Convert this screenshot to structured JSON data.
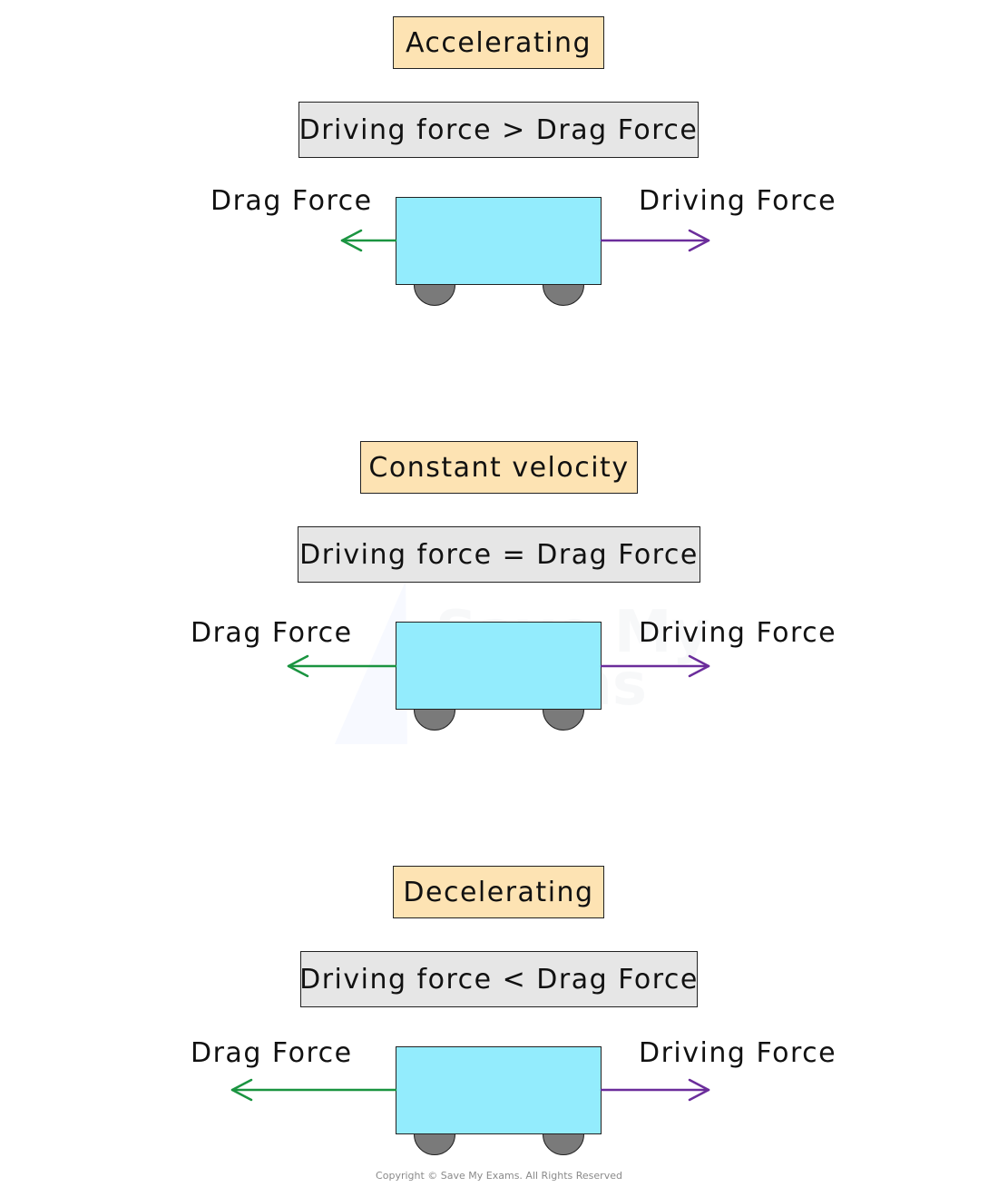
{
  "scenarios": [
    {
      "title": "Accelerating",
      "relation": "Driving force > Drag Force",
      "drag_label": "Drag Force",
      "driving_label": "Driving Force"
    },
    {
      "title": "Constant velocity",
      "relation": "Driving force = Drag Force",
      "drag_label": "Drag Force",
      "driving_label": "Driving Force"
    },
    {
      "title": "Decelerating",
      "relation": "Driving force < Drag Force",
      "drag_label": "Drag Force",
      "driving_label": "Driving Force"
    }
  ],
  "watermark": {
    "line1": "Save My",
    "line2": "Exams"
  },
  "copyright": "Copyright © Save My Exams. All Rights Reserved",
  "colors": {
    "drag_arrow": "#1a9440",
    "driving_arrow": "#6b2d9b",
    "cart_body": "#93ecfd",
    "title_fill": "#fde3b3",
    "relation_fill": "#e6e6e6",
    "wheel": "#7a7a7a"
  }
}
